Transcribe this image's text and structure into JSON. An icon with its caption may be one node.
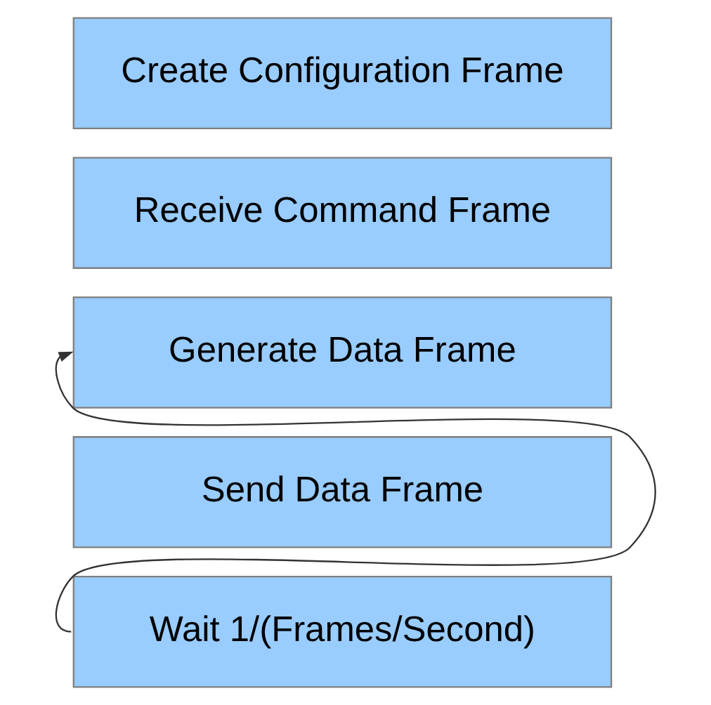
{
  "diagram": {
    "nodes": [
      {
        "text": [
          "Create Configuration Frame"
        ]
      },
      {
        "text": [
          "Receive Command Frame"
        ]
      },
      {
        "text": [
          "Generate Data Frame"
        ]
      },
      {
        "text": [
          "Send Data Frame"
        ]
      },
      {
        "text": [
          "Wait 1/(Frames/Second)"
        ]
      }
    ],
    "edges": [
      {
        "from": 4,
        "to": 2,
        "arrow": "to"
      }
    ]
  }
}
